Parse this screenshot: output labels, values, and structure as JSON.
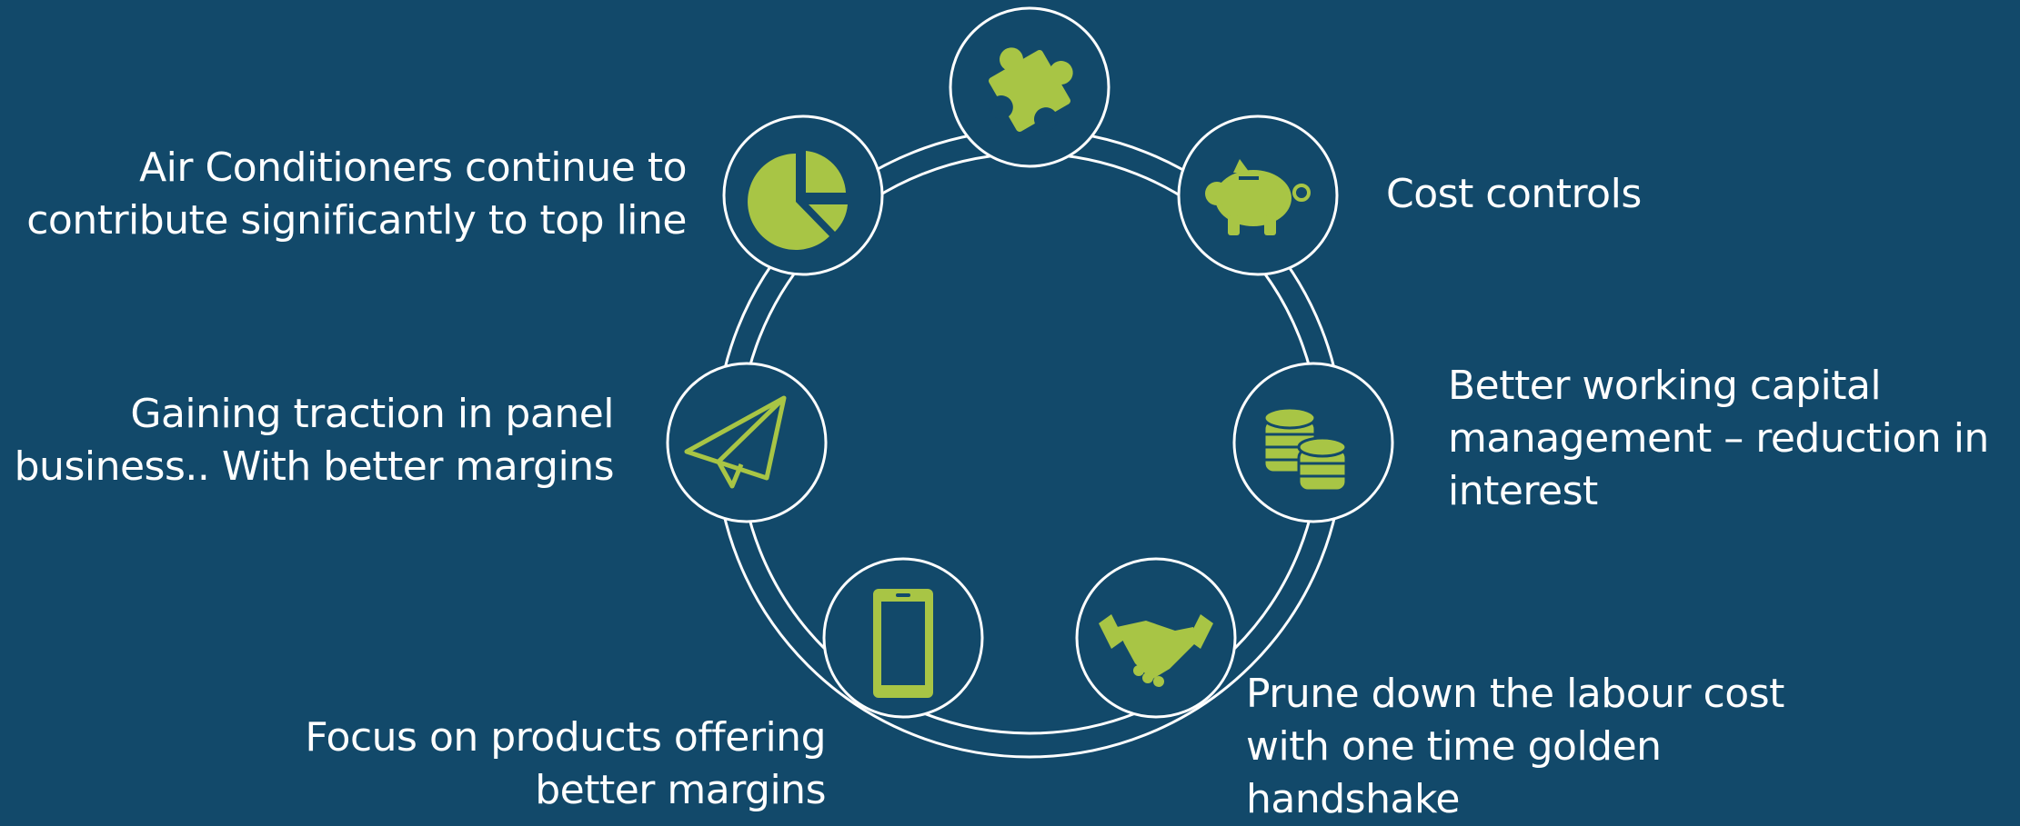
{
  "colors": {
    "background": "#12496a",
    "icon": "#a8c545",
    "line": "#ffffff",
    "text": "#ffffff"
  },
  "nodes": [
    {
      "icon": "puzzle-icon"
    },
    {
      "icon": "piggy-bank-icon"
    },
    {
      "icon": "coins-icon"
    },
    {
      "icon": "handshake-icon"
    },
    {
      "icon": "mobile-phone-icon"
    },
    {
      "icon": "paper-plane-icon"
    },
    {
      "icon": "pie-chart-icon"
    }
  ],
  "labels": {
    "air_conditioners": "Air Conditioners continue to\ncontribute significantly to top line",
    "cost_controls": "Cost controls",
    "working_capital": "Better working capital\nmanagement – reduction in\ninterest",
    "panel_business": "Gaining traction in panel\nbusiness.. With better margins",
    "labour_cost": "Prune down the labour cost\nwith one time golden\nhandshake",
    "products_margins": "Focus on products offering\nbetter margins"
  }
}
